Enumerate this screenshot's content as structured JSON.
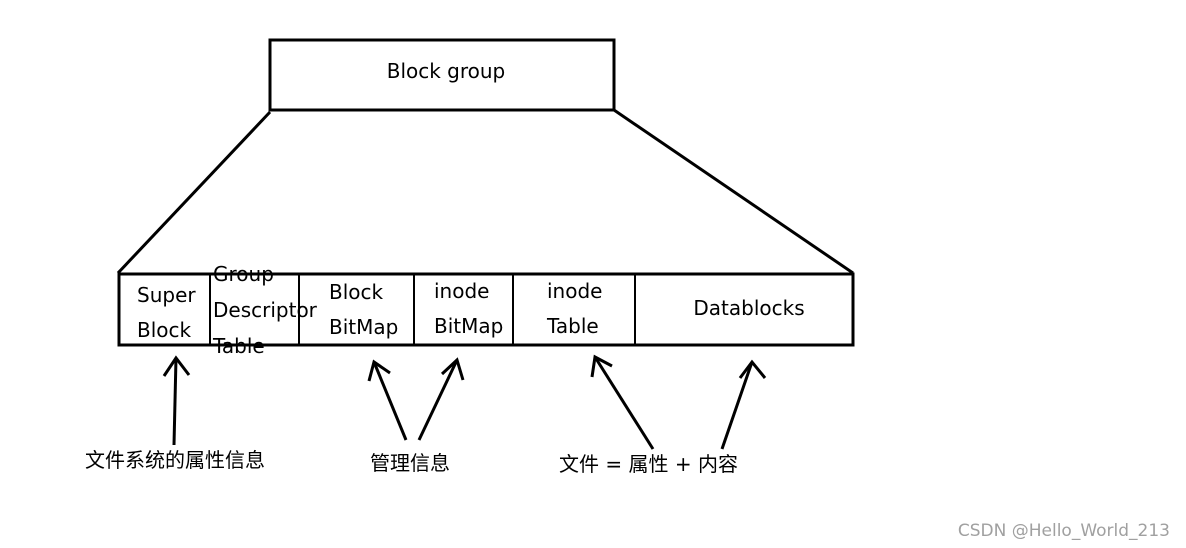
{
  "header_box": {
    "label": "Block group"
  },
  "segments": [
    {
      "id": "super-block",
      "lines": [
        "Super",
        "Block"
      ]
    },
    {
      "id": "group-descriptor-table",
      "lines": [
        "Group",
        "Descriptor",
        "Table"
      ]
    },
    {
      "id": "block-bitmap",
      "lines": [
        "Block",
        "BitMap"
      ]
    },
    {
      "id": "inode-bitmap",
      "lines": [
        "inode",
        "BitMap"
      ]
    },
    {
      "id": "inode-table",
      "lines": [
        "inode",
        "Table"
      ]
    },
    {
      "id": "datablocks",
      "lines": [
        "Datablocks"
      ]
    }
  ],
  "annotations": {
    "fs_attributes": "文件系统的属性信息",
    "management_info": "管理信息",
    "file_equation": "文件 = 属性 + 内容"
  },
  "watermark": "CSDN @Hello_World_213",
  "colors": {
    "stroke": "#000000",
    "background": "#ffffff",
    "watermark": "#a0a0a0"
  }
}
